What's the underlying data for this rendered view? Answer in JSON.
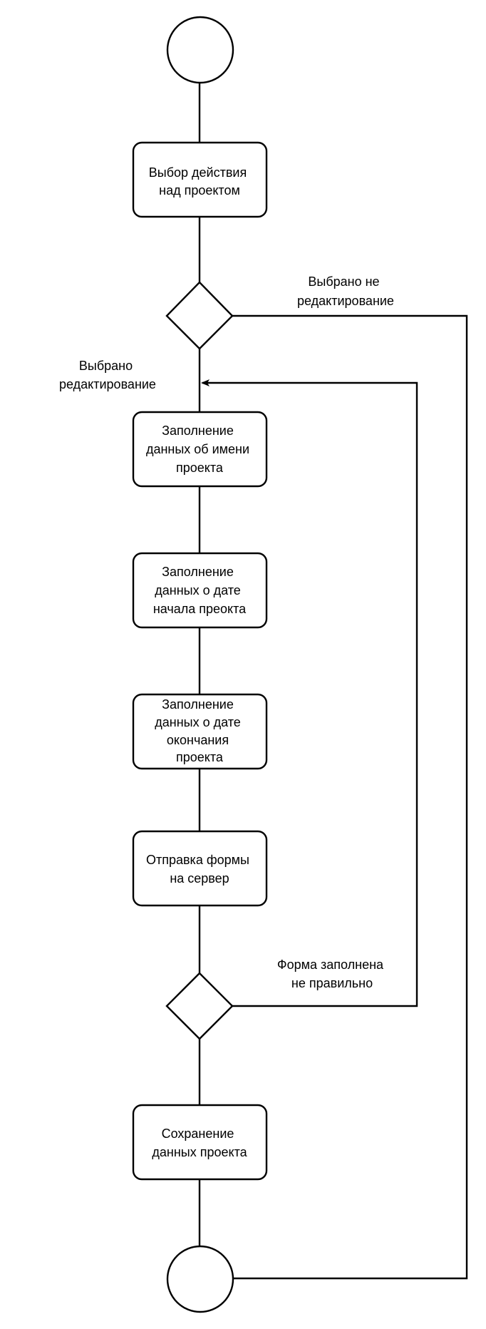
{
  "nodes": {
    "select_action": {
      "lines": [
        "Выбор действия",
        "над проектом"
      ]
    },
    "fill_name": {
      "lines": [
        "Заполнение",
        "данных об имени",
        "проекта"
      ]
    },
    "fill_start_date": {
      "lines": [
        "Заполнение",
        "данных о дате",
        "начала преокта"
      ]
    },
    "fill_end_date": {
      "lines": [
        "Заполнение",
        "данных о дате",
        "окончания",
        "проекта"
      ]
    },
    "send_form": {
      "lines": [
        "Отправка формы",
        "на сервер"
      ]
    },
    "save_data": {
      "lines": [
        "Сохранение",
        "данных проекта"
      ]
    }
  },
  "edge_labels": {
    "not_edit": [
      "Выбрано не",
      "редактирование"
    ],
    "edit": [
      "Выбрано",
      "редактирование"
    ],
    "form_invalid": [
      "Форма заполнена",
      "не правильно"
    ]
  }
}
